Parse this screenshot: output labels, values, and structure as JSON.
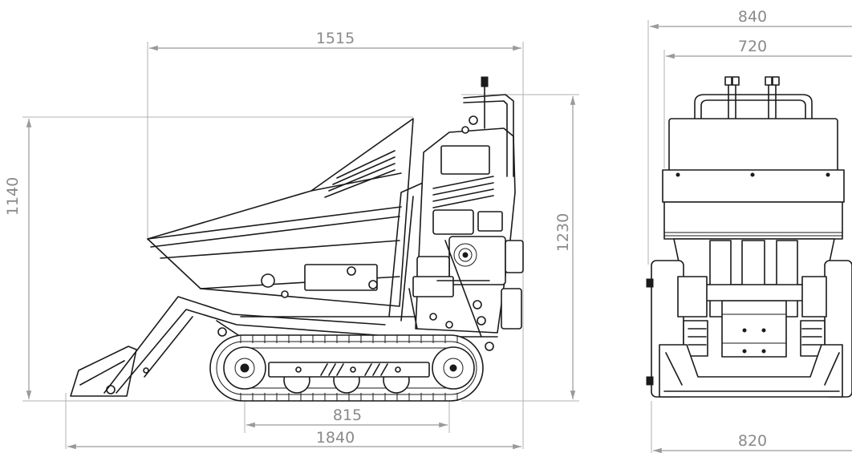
{
  "dimensions": {
    "side_top_length": "1515",
    "side_height_left": "1140",
    "side_height_right": "1230",
    "track_length": "815",
    "overall_length": "1840",
    "front_overall_width": "840",
    "front_handle_width": "720",
    "front_track_width": "820"
  },
  "colors": {
    "line": "#1a1a1a",
    "dimension": "#9a9a9a"
  }
}
